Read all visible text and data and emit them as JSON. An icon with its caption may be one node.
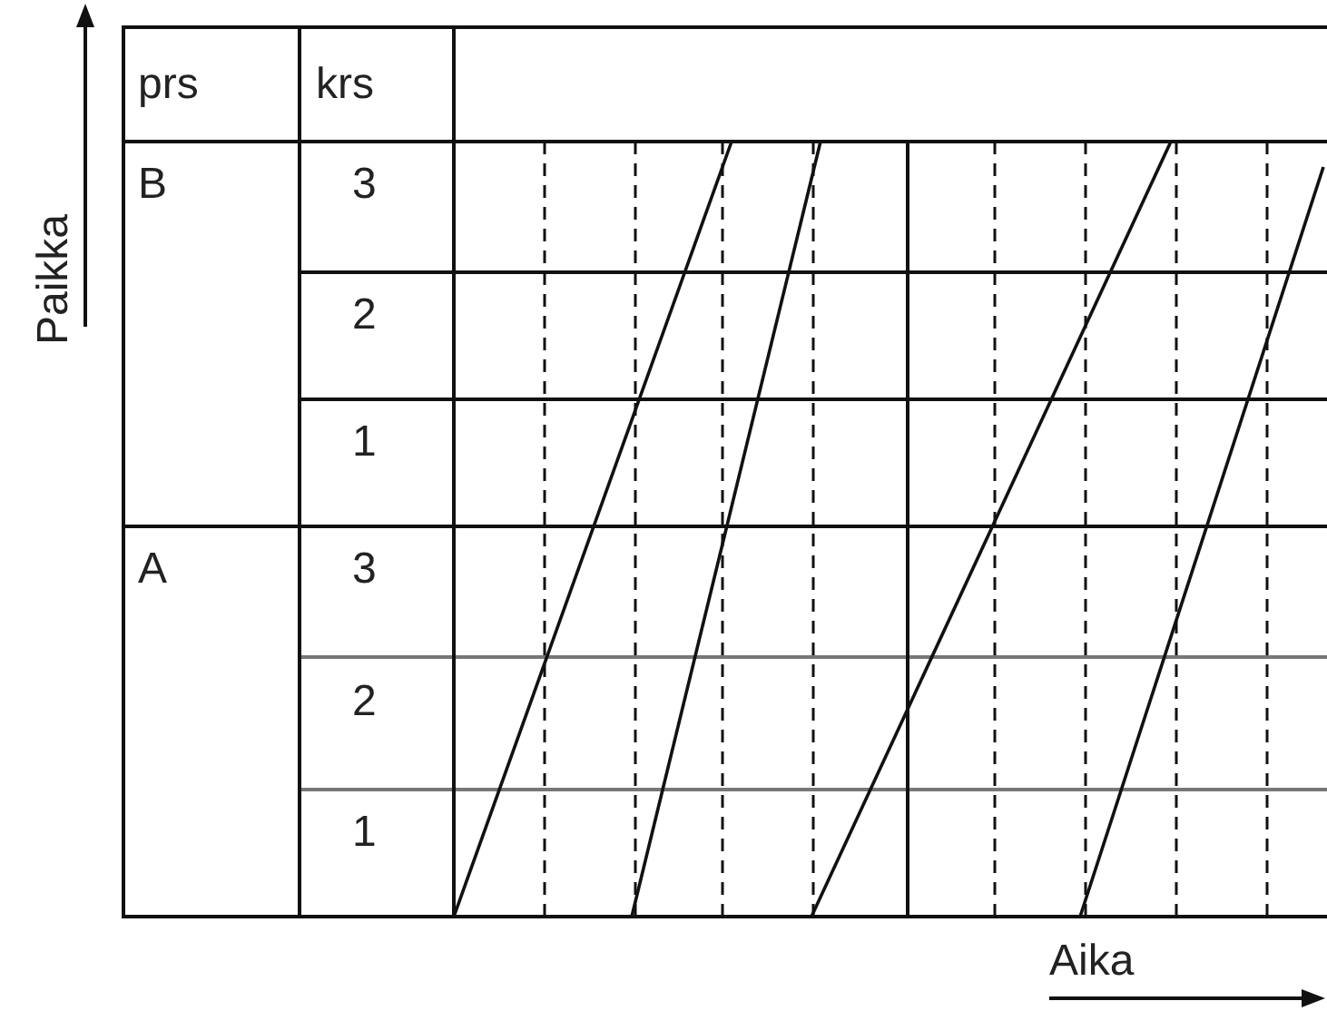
{
  "diagram": {
    "labels": [
      "Paikka",
      "prs",
      "krs",
      "B",
      "3",
      "2",
      "1",
      "A",
      "3",
      "2",
      "1",
      "Aika"
    ]
  }
}
